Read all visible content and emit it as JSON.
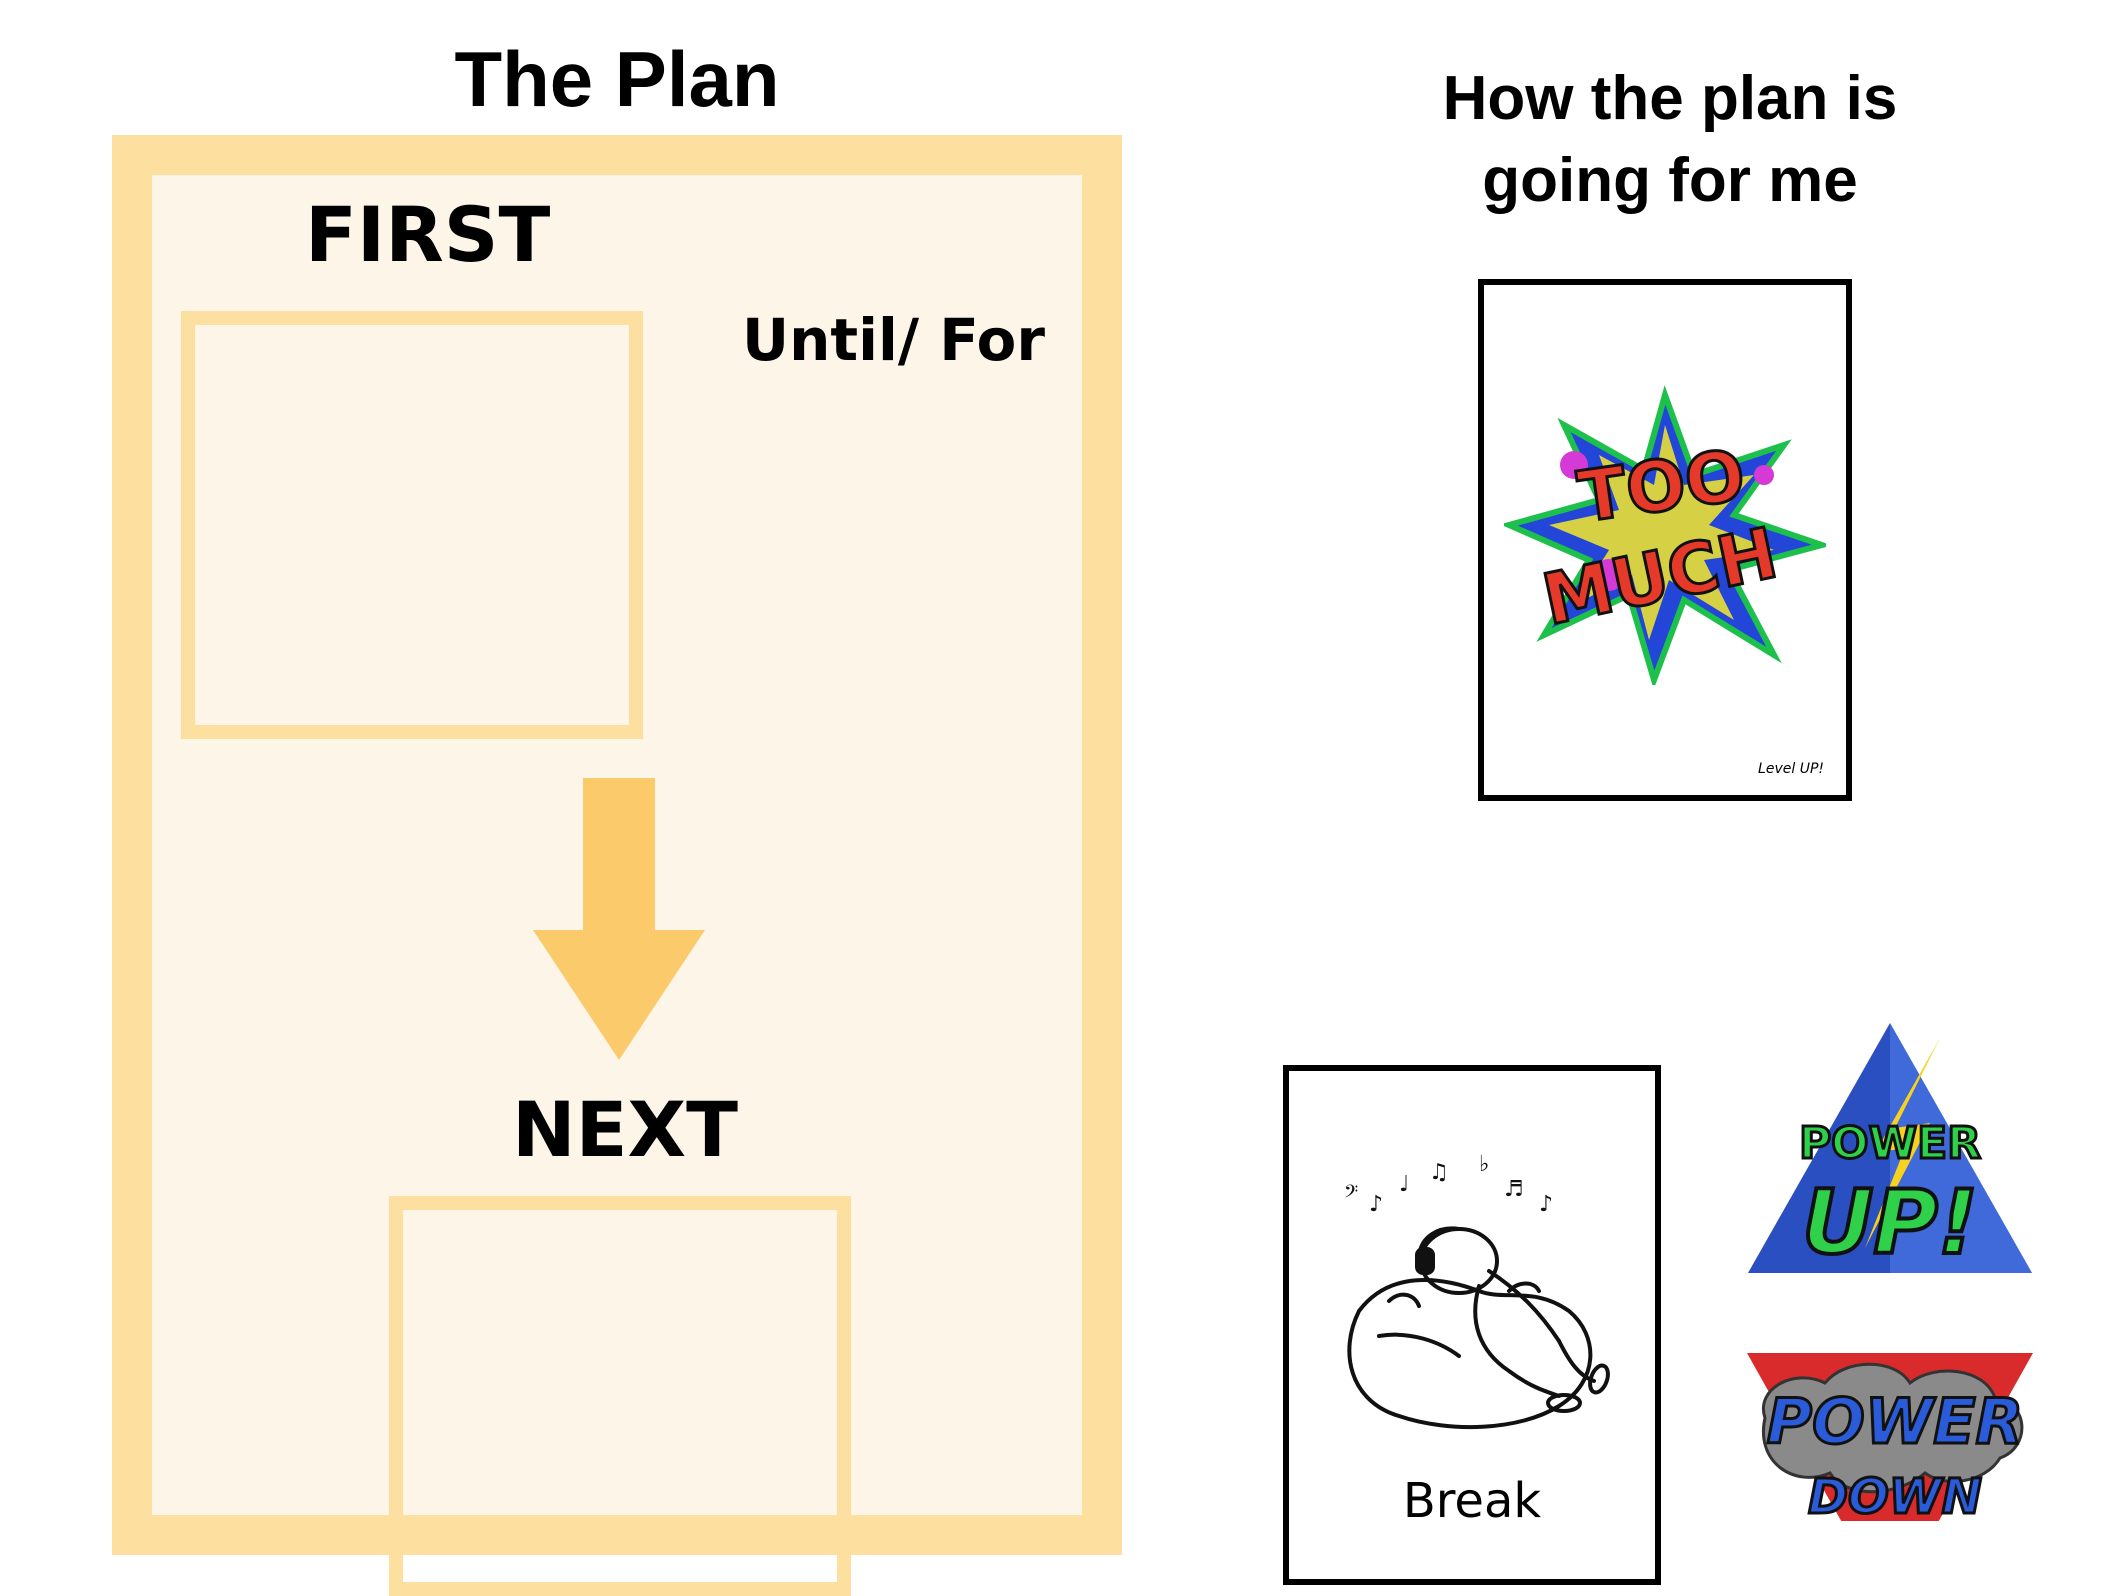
{
  "plan": {
    "title": "The Plan",
    "first_label": "FIRST",
    "until_label": "Until/ For",
    "next_label": "NEXT"
  },
  "status": {
    "title_line1": "How the plan is",
    "title_line2": "going for me",
    "too_much_text_line1": "TOO",
    "too_much_text_line2": "MUCH",
    "brand": "Level UP!",
    "break_label": "Break",
    "power_up_line1": "POWER",
    "power_up_line2": "UP!",
    "power_down_line1": "POWER",
    "power_down_line2": "DOWN"
  },
  "colors": {
    "panel_fill": "#fdf5e8",
    "panel_border": "#fde09f",
    "arrow": "#fbcb6b",
    "power_up_blue": "#2a4fc0",
    "power_up_green": "#2fd04a",
    "power_down_red": "#d92b2b",
    "power_down_blue": "#2a5bd9"
  }
}
